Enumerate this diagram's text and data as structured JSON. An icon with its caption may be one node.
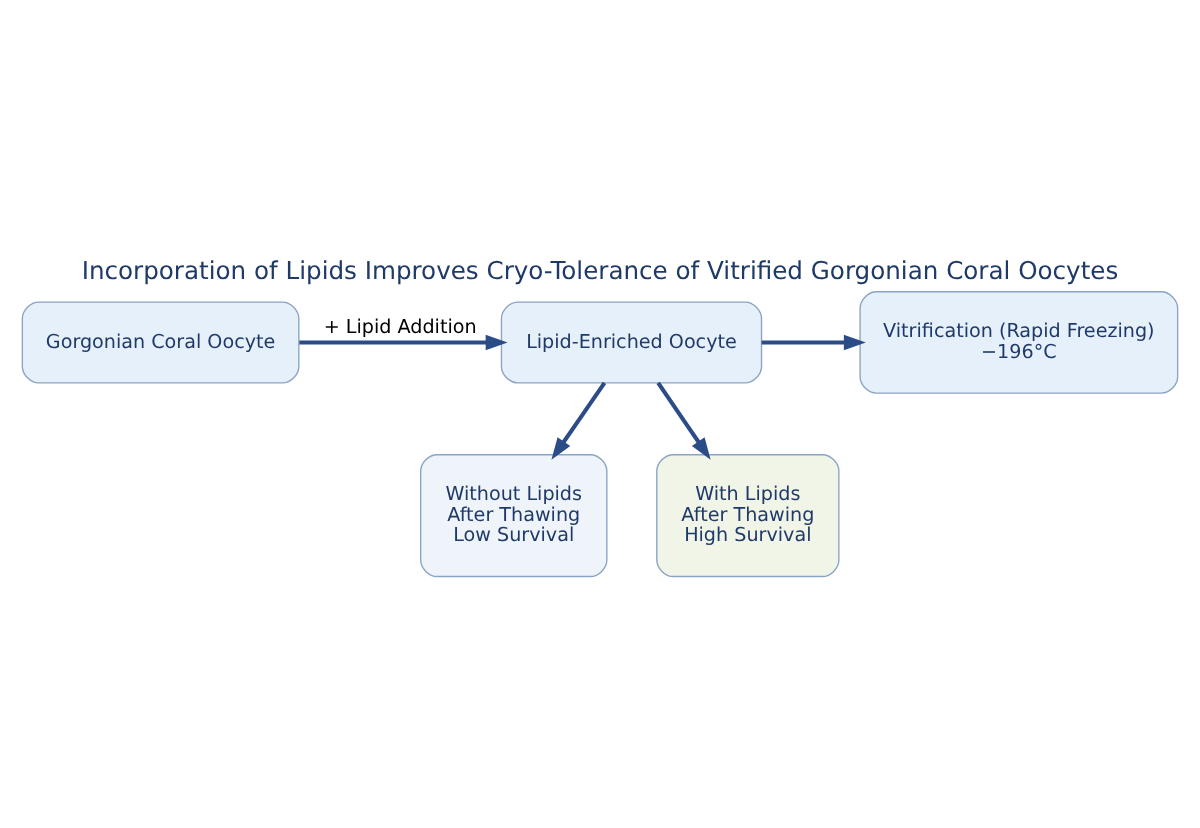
{
  "diagram": {
    "title": "Incorporation of Lipids Improves Cryo-Tolerance of Vitrified Gorgonian Coral Oocytes",
    "nodes": [
      {
        "text": [
          "Gorgonian Coral Oocyte"
        ]
      },
      {
        "text": [
          "Lipid-Enriched Oocyte"
        ]
      },
      {
        "text": [
          "Vitrification (Rapid Freezing)",
          "−196°C"
        ]
      },
      {
        "text": [
          "Without Lipids",
          "After Thawing",
          "Low Survival"
        ]
      },
      {
        "text": [
          "With Lipids",
          "After Thawing",
          "High Survival"
        ]
      }
    ],
    "edges": [
      {
        "from": 0,
        "to": 1,
        "arrow": "to",
        "label": "+ Lipid Addition"
      },
      {
        "from": 1,
        "to": 2,
        "arrow": "to"
      },
      {
        "from": 1,
        "to": 3,
        "arrow": "to"
      },
      {
        "from": 1,
        "to": 4,
        "arrow": "to"
      }
    ]
  }
}
